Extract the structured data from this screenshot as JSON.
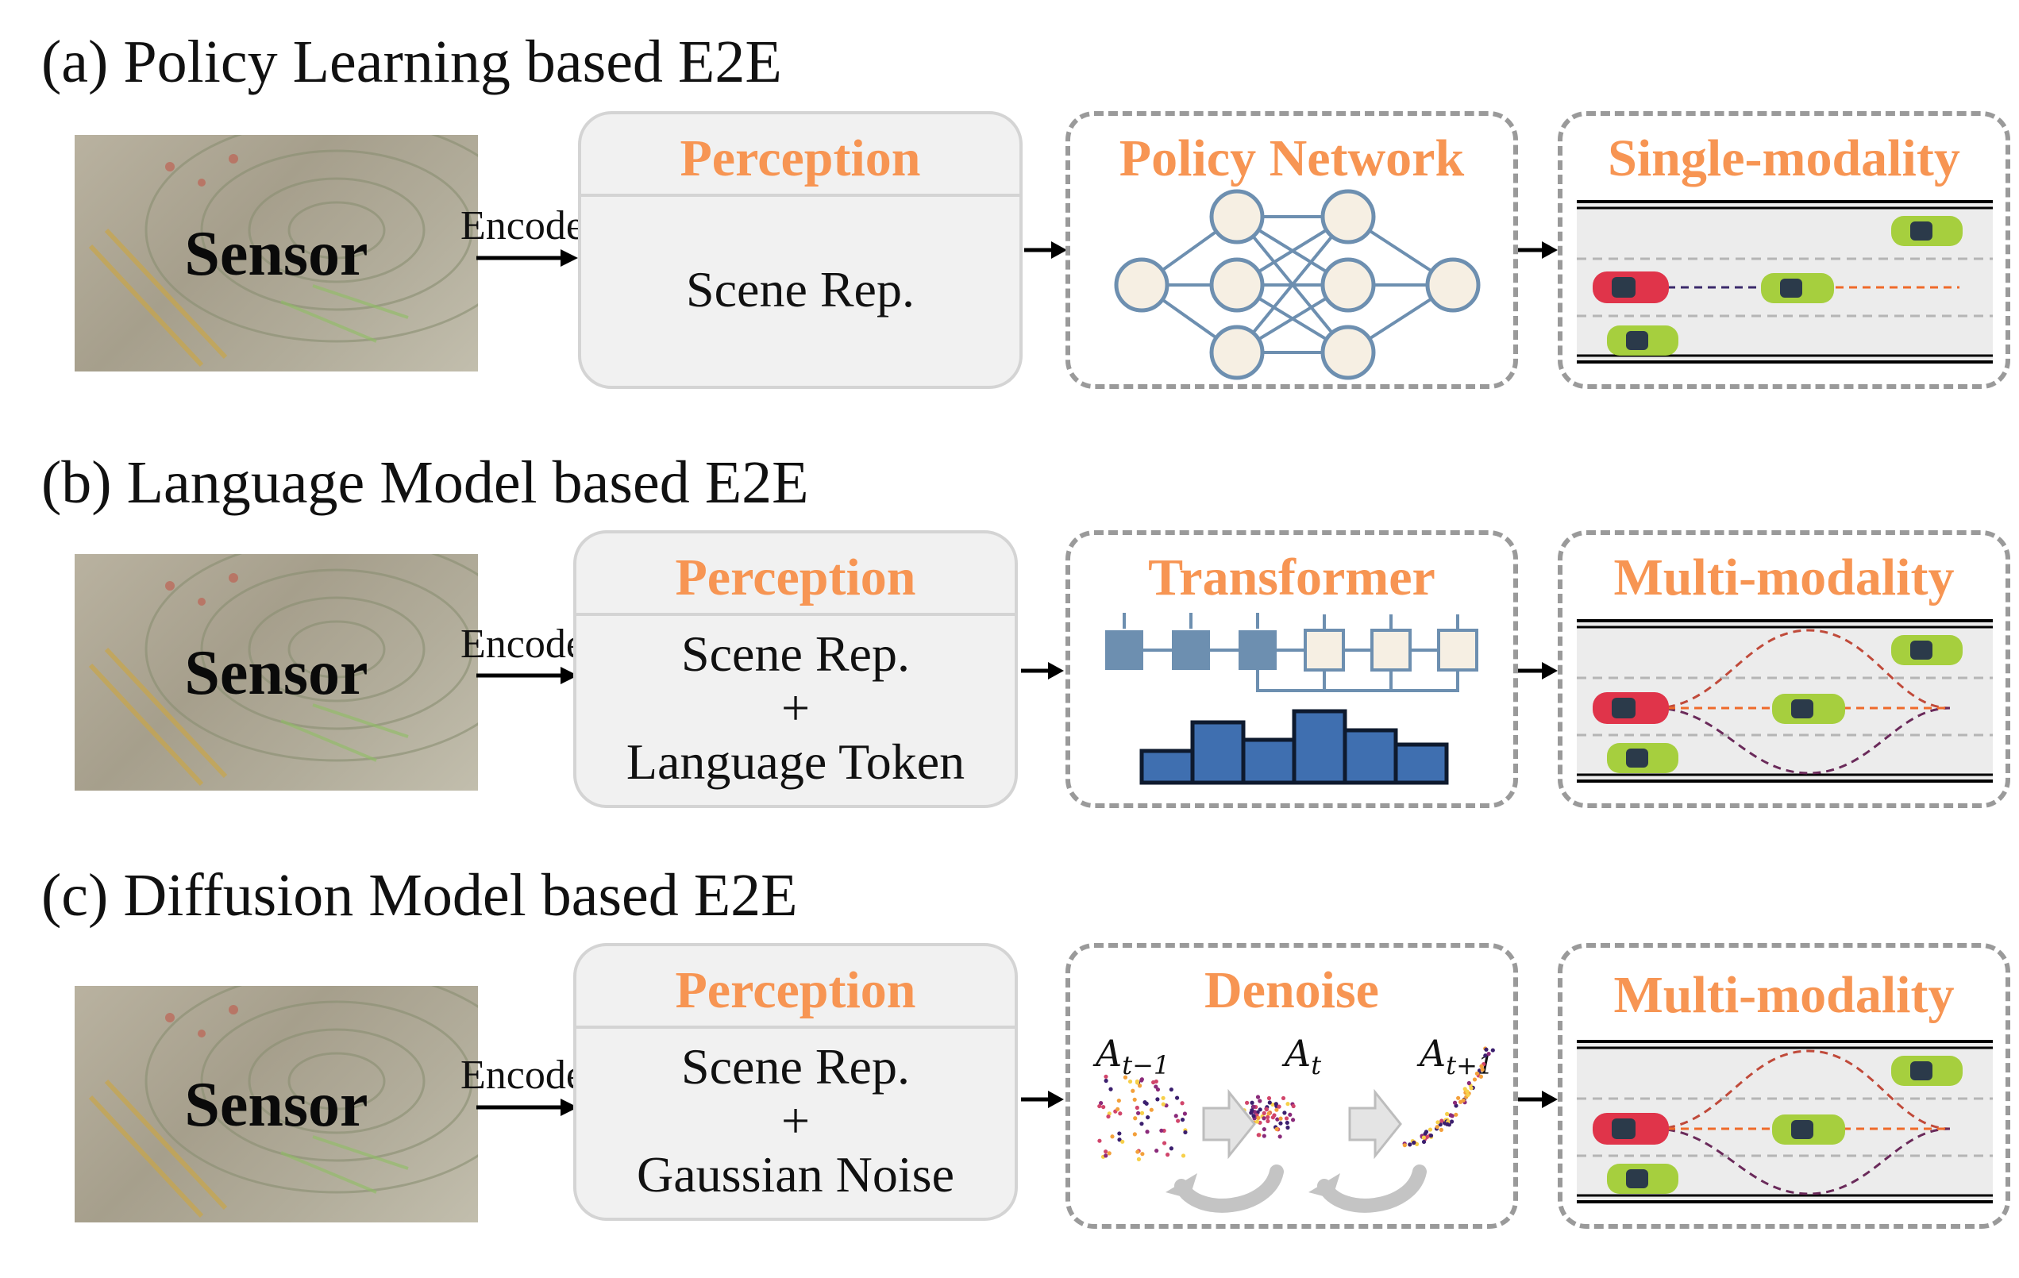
{
  "rows": [
    {
      "title": "(a) Policy Learning based E2E",
      "sensor_label": "Sensor",
      "encode_label": "Encode",
      "perception": {
        "title": "Perception",
        "lines": [
          "Scene Rep."
        ]
      },
      "module": {
        "title": "Policy Network",
        "icon": "neural-network-icon"
      },
      "output": {
        "title": "Single-modality",
        "icon": "road-single-trajectory-icon"
      }
    },
    {
      "title": "(b) Language Model based E2E",
      "sensor_label": "Sensor",
      "encode_label": "Encode",
      "perception": {
        "title": "Perception",
        "lines": [
          "Scene Rep.",
          "+",
          "Language Token"
        ]
      },
      "module": {
        "title": "Transformer",
        "icon": "transformer-histogram-icon"
      },
      "output": {
        "title": "Multi-modality",
        "icon": "road-multi-trajectory-icon"
      }
    },
    {
      "title": "(c) Diffusion Model based E2E",
      "sensor_label": "Sensor",
      "encode_label": "Encode",
      "perception": {
        "title": "Perception",
        "lines": [
          "Scene Rep.",
          "+",
          "Gaussian Noise"
        ]
      },
      "module": {
        "title": "Denoise",
        "icon": "denoise-scatter-icon",
        "steps": [
          "A",
          "A",
          "A"
        ],
        "subscripts": [
          "t−1",
          "t",
          "t+1"
        ]
      },
      "output": {
        "title": "Multi-modality",
        "icon": "road-multi-trajectory-icon"
      }
    }
  ],
  "colors": {
    "accent": "#f79553",
    "box_bg": "#f1f1f1",
    "dash": "#9a9a9a",
    "network": "#6d8fb0",
    "node_fill": "#f6efe3",
    "bar_fill": "#3f6fb0"
  }
}
